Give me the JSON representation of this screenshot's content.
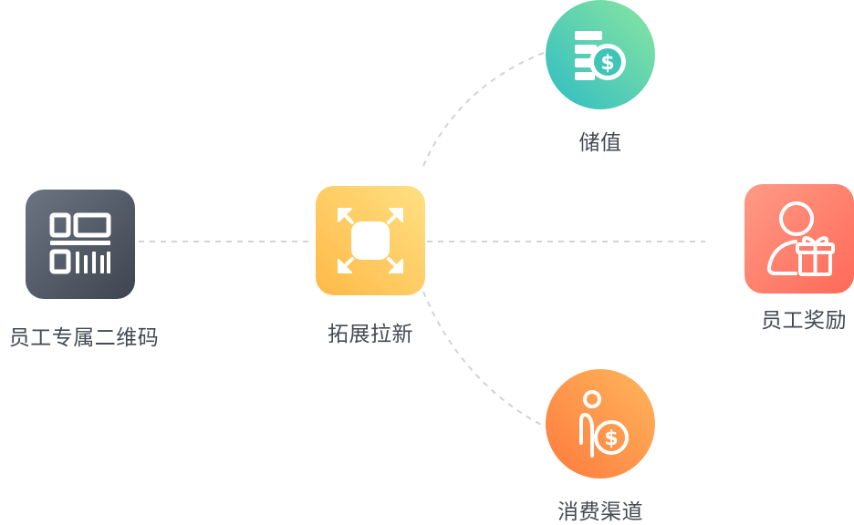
{
  "nodes": {
    "qr": {
      "label": "员工专属二维码",
      "icon": "qr-code-icon"
    },
    "center": {
      "label": "拓展拉新",
      "icon": "expand-arrows-icon"
    },
    "stored": {
      "label": "储值",
      "icon": "coin-stack-icon"
    },
    "reward": {
      "label": "员工奖励",
      "icon": "person-gift-icon"
    },
    "spend": {
      "label": "消费渠道",
      "icon": "person-coin-icon"
    }
  },
  "colors": {
    "connector": "#d0d3d8",
    "label_text": "#444a52",
    "qr_gradient": [
      "#6c7482",
      "#3e4550"
    ],
    "center_gradient": [
      "#ffd27a",
      "#ffb947"
    ],
    "stored_gradient": [
      "#7ddca0",
      "#35bfc0"
    ],
    "reward_gradient": [
      "#ff9583",
      "#ff6f5d"
    ],
    "spend_gradient": [
      "#ffb25f",
      "#ff7d3f"
    ]
  }
}
